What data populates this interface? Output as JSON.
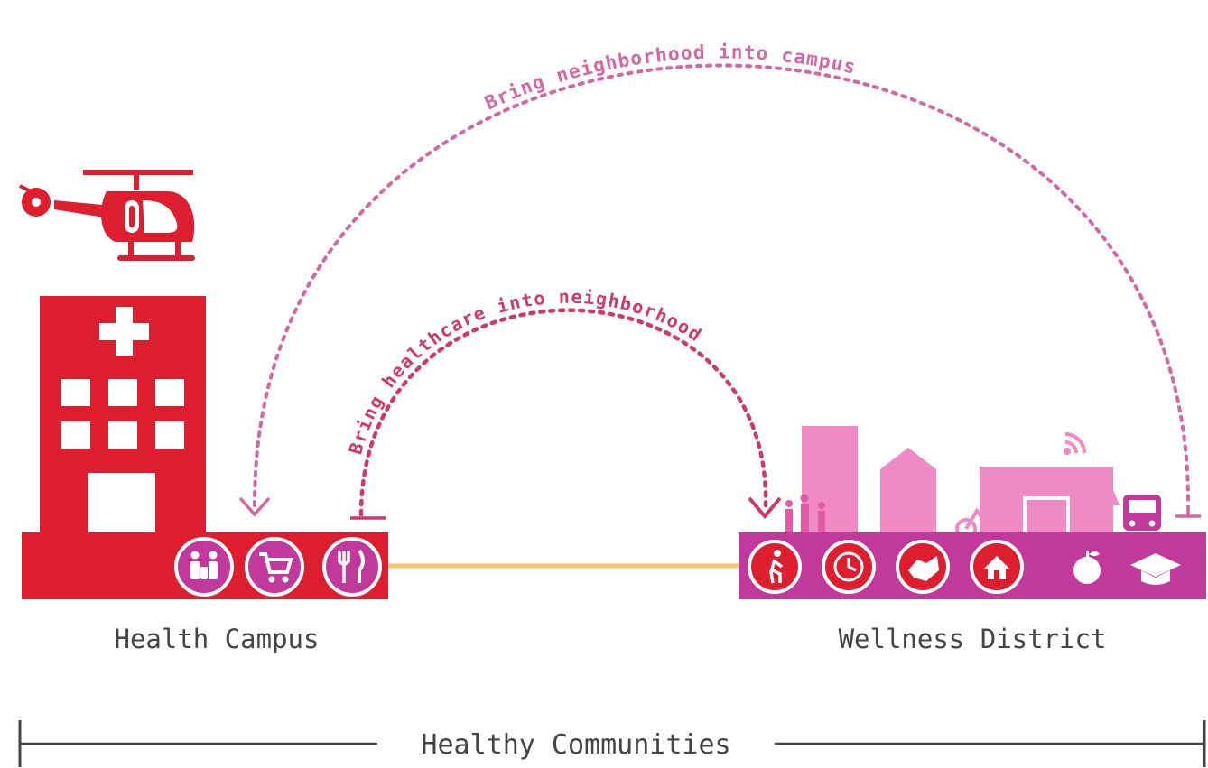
{
  "arcs": {
    "outer_label": "Bring neighborhood into campus",
    "inner_label": "Bring healthcare into neighborhood"
  },
  "labels": {
    "campus": "Health Campus",
    "district": "Wellness District",
    "scale": "Healthy Communities"
  },
  "colors": {
    "campus_red": "#dc1e2e",
    "district_magenta": "#c0399b",
    "district_pink": "#ef8ac4",
    "arc_outer": "#d566a4",
    "arc_inner": "#d0376b",
    "connector": "#f3c56e",
    "text_gray": "#444444"
  },
  "icons": {
    "campus_services": [
      "family-icon",
      "shopping-cart-icon",
      "fork-knife-icon"
    ],
    "district_services": [
      "walking-person-icon",
      "clock-icon",
      "handshake-icon",
      "house-icon",
      "apple-icon",
      "graduation-cap-icon"
    ]
  }
}
